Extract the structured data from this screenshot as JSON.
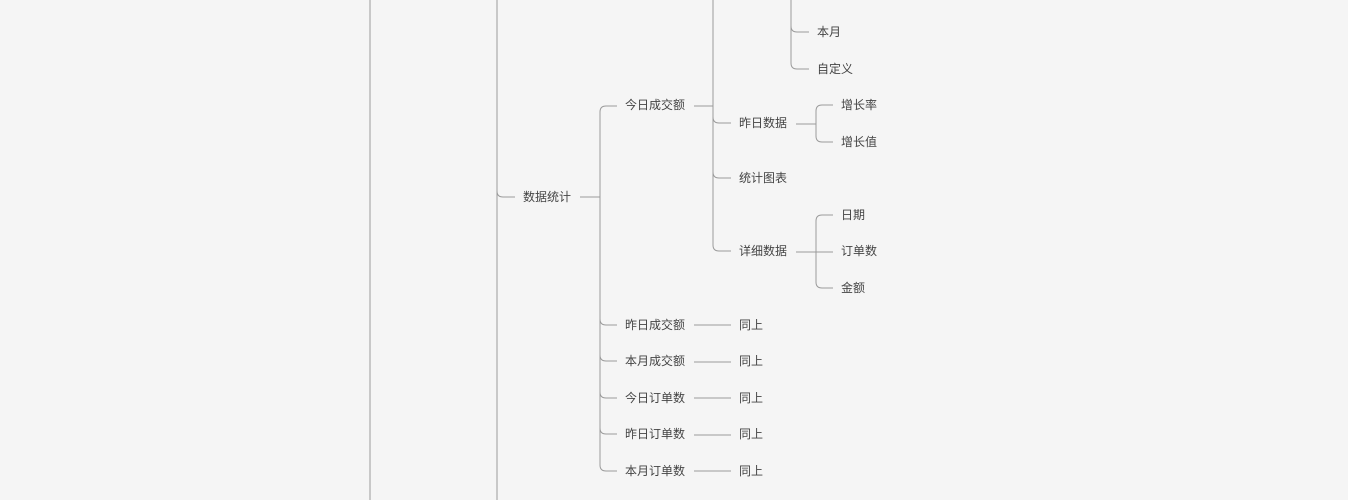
{
  "root": {
    "label": "数据统计",
    "children": [
      {
        "label": "今日成交额",
        "children": [
          {
            "label": "",
            "children": [
              {
                "label": "本月"
              },
              {
                "label": "自定义"
              }
            ]
          },
          {
            "label": "昨日数据",
            "children": [
              {
                "label": "增长率"
              },
              {
                "label": "增长值"
              }
            ]
          },
          {
            "label": "统计图表"
          },
          {
            "label": "详细数据",
            "children": [
              {
                "label": "日期"
              },
              {
                "label": "订单数"
              },
              {
                "label": "金额"
              }
            ]
          }
        ]
      },
      {
        "label": "昨日成交额",
        "children": [
          {
            "label": "同上"
          }
        ]
      },
      {
        "label": "本月成交额",
        "children": [
          {
            "label": "同上"
          }
        ]
      },
      {
        "label": "今日订单数",
        "children": [
          {
            "label": "同上"
          }
        ]
      },
      {
        "label": "昨日订单数",
        "children": [
          {
            "label": "同上"
          }
        ]
      },
      {
        "label": "本月订单数",
        "children": [
          {
            "label": "同上"
          }
        ]
      }
    ]
  }
}
